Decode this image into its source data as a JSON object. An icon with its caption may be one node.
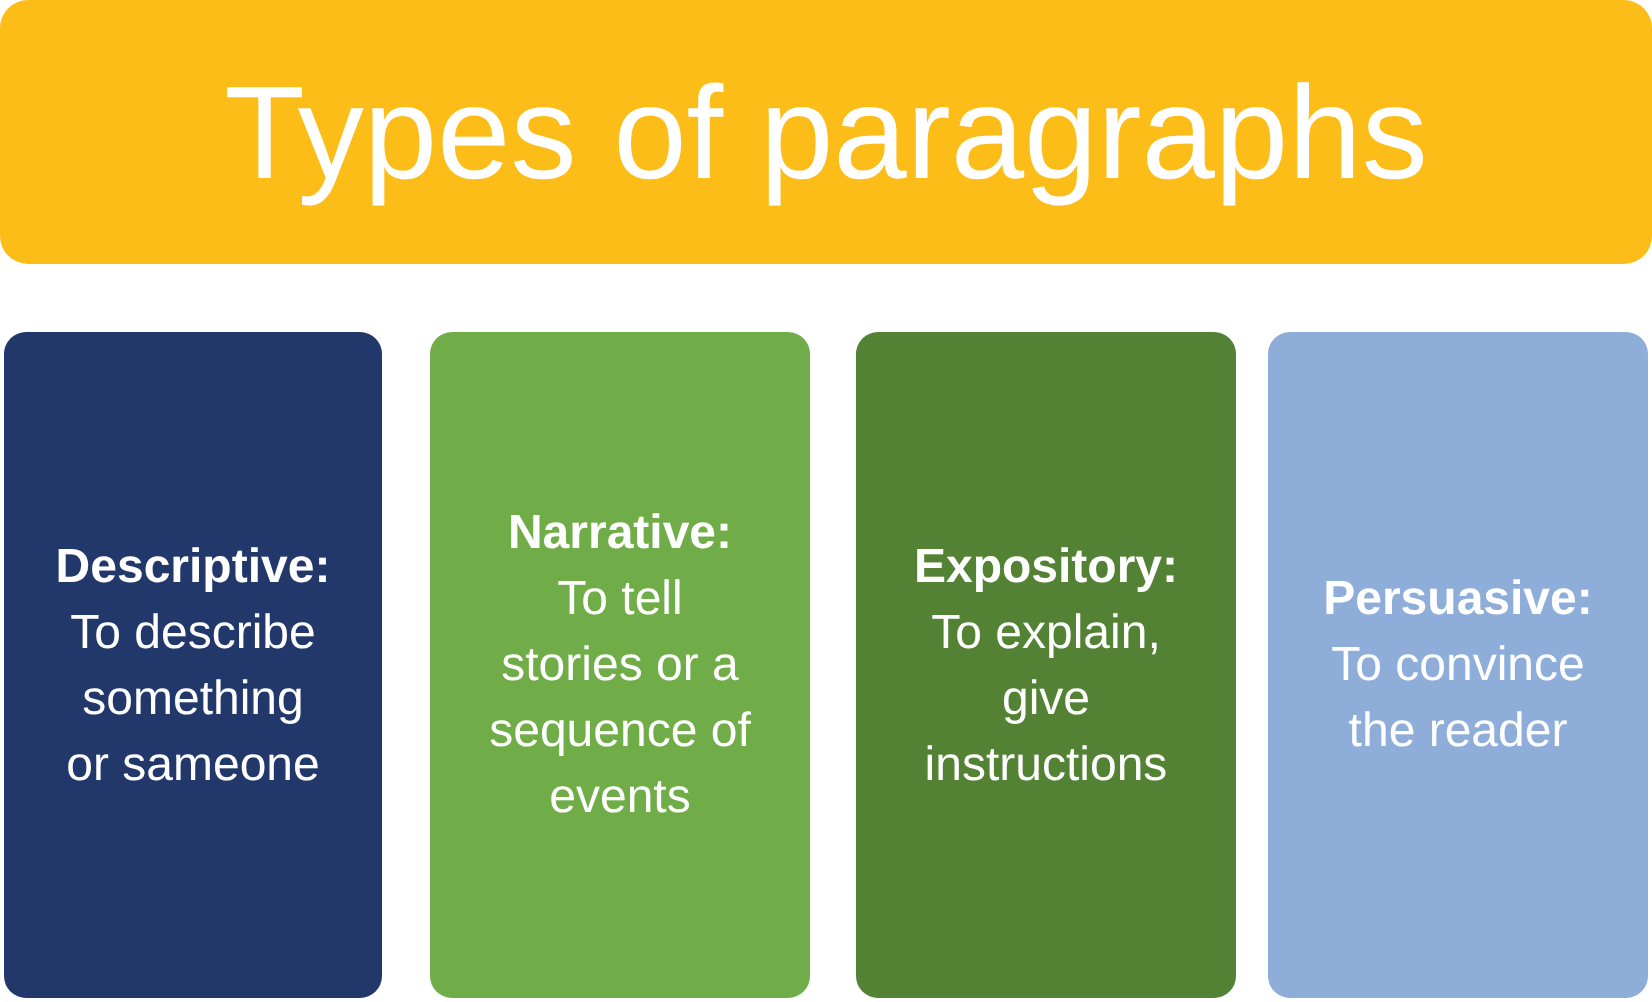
{
  "diagram": {
    "nodes": [
      {
        "text": [
          "Types of paragraphs"
        ]
      },
      {
        "text": [
          "Descriptive:",
          "To describe something or sameone"
        ]
      },
      {
        "text": [
          "Narrative:",
          "To tell stories or a sequence of events"
        ]
      },
      {
        "text": [
          "Expository:",
          "To explain, give instructions"
        ]
      },
      {
        "text": [
          "Persuasive:",
          "To convince the reader"
        ]
      }
    ]
  }
}
